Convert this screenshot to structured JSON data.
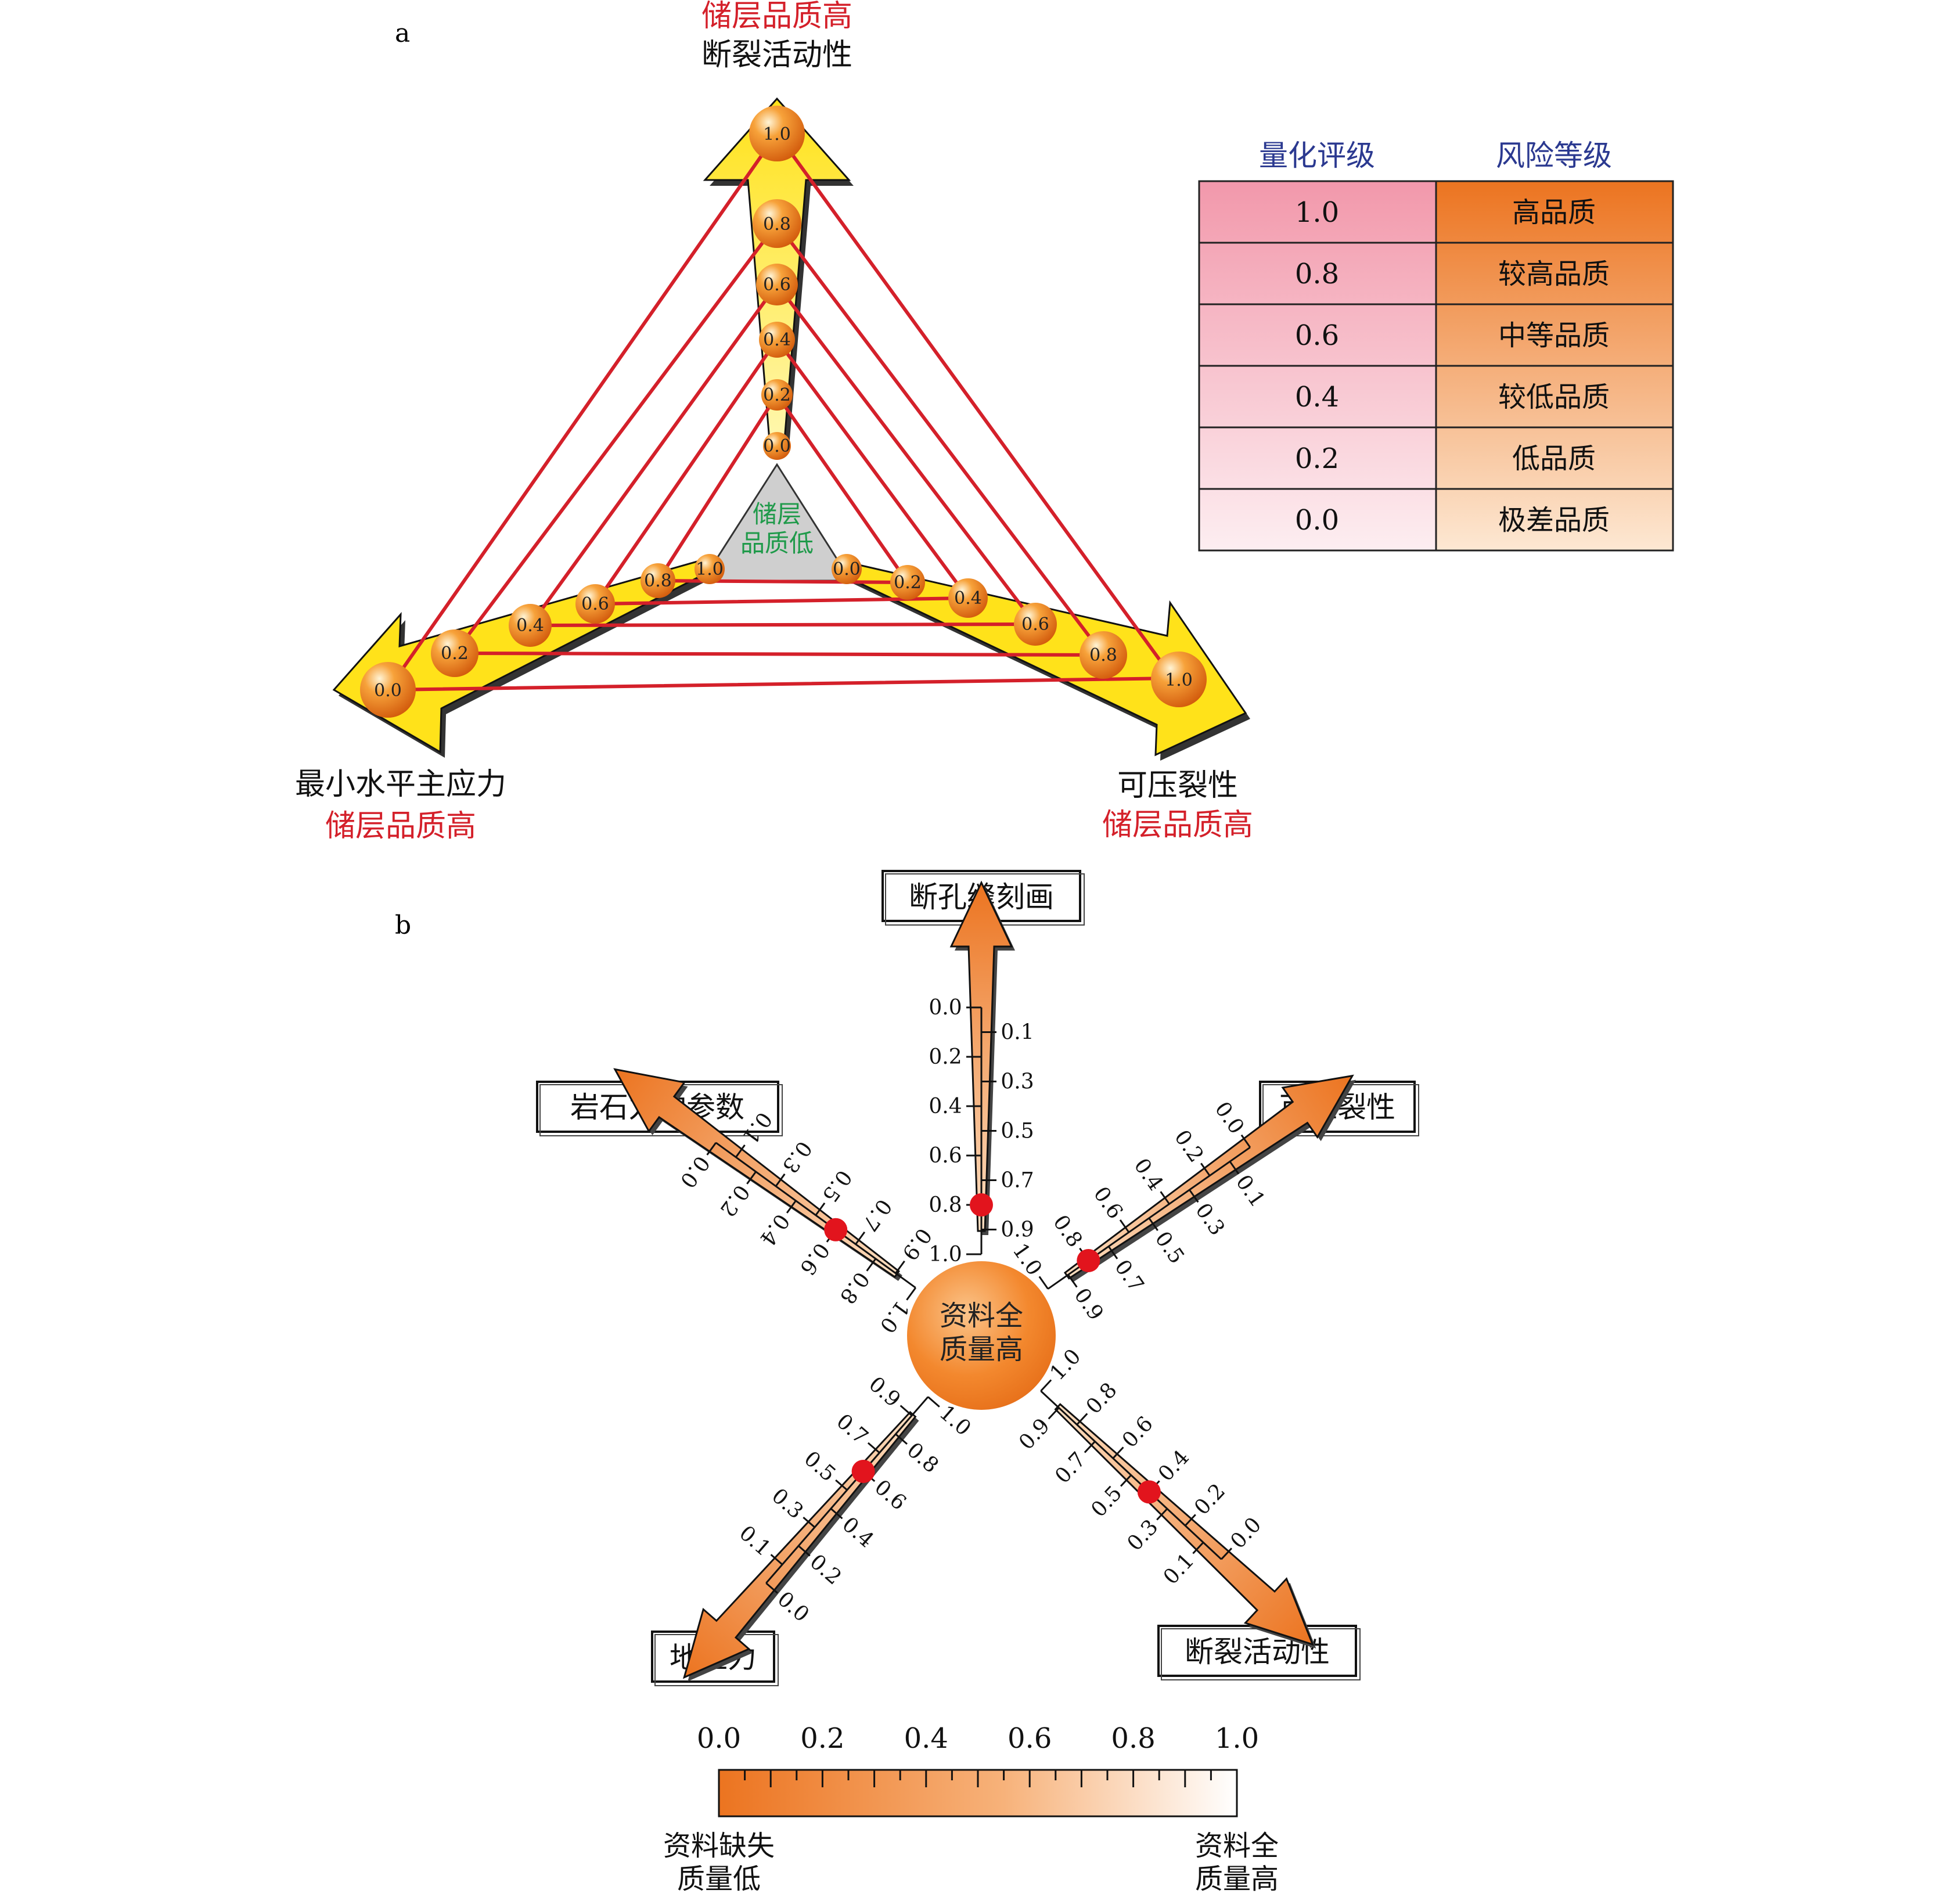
{
  "panel_a": {
    "label": "a",
    "top_axis": {
      "name": "断裂活动性",
      "quality": "储层品质高"
    },
    "left_axis": {
      "name": "最小水平主应力",
      "quality": "储层品质高"
    },
    "right_axis": {
      "name": "可压裂性",
      "quality": "储层品质高"
    },
    "center_label_line1": "储层",
    "center_label_line2": "品质低",
    "top_values": [
      "1.0",
      "0.8",
      "0.6",
      "0.4",
      "0.2",
      "0.0"
    ],
    "left_values": [
      "1.0",
      "0.8",
      "0.6",
      "0.4",
      "0.2",
      "0.0"
    ],
    "right_values": [
      "0.0",
      "0.2",
      "0.4",
      "0.6",
      "0.8",
      "1.0"
    ],
    "table": {
      "header_score": "量化评级",
      "header_risk": "风险等级",
      "rows": [
        {
          "score": "1.0",
          "grade": "高品质"
        },
        {
          "score": "0.8",
          "grade": "较高品质"
        },
        {
          "score": "0.6",
          "grade": "中等品质"
        },
        {
          "score": "0.4",
          "grade": "较低品质"
        },
        {
          "score": "0.2",
          "grade": "低品质"
        },
        {
          "score": "0.0",
          "grade": "极差品质"
        }
      ]
    }
  },
  "panel_b": {
    "label": "b",
    "center_line1": "资料全",
    "center_line2": "质量高",
    "axes": [
      {
        "name": "断孔缝刻画",
        "value": 0.8
      },
      {
        "name": "可压裂性",
        "value": 0.8
      },
      {
        "name": "断裂活动性",
        "value": 0.4
      },
      {
        "name": "地应力",
        "value": 0.6
      },
      {
        "name": "岩石力学参数",
        "value": 0.6
      }
    ],
    "tick_labels_even": [
      "0.0",
      "0.2",
      "0.4",
      "0.6",
      "0.8",
      "1.0"
    ],
    "tick_labels_odd": [
      "0.1",
      "0.3",
      "0.5",
      "0.7",
      "0.9"
    ],
    "colorbar": {
      "ticks": [
        "0.0",
        "0.2",
        "0.4",
        "0.6",
        "0.8",
        "1.0"
      ],
      "left_line1": "资料缺失",
      "left_line2": "质量低",
      "right_line1": "资料全",
      "right_line2": "质量高"
    }
  },
  "colors": {
    "red_line": "#d4202a",
    "arrow_yellow": "#ffe21a",
    "orange": "#ef7d22",
    "dot_red": "#e2141d",
    "table_header": "#2b3990"
  }
}
